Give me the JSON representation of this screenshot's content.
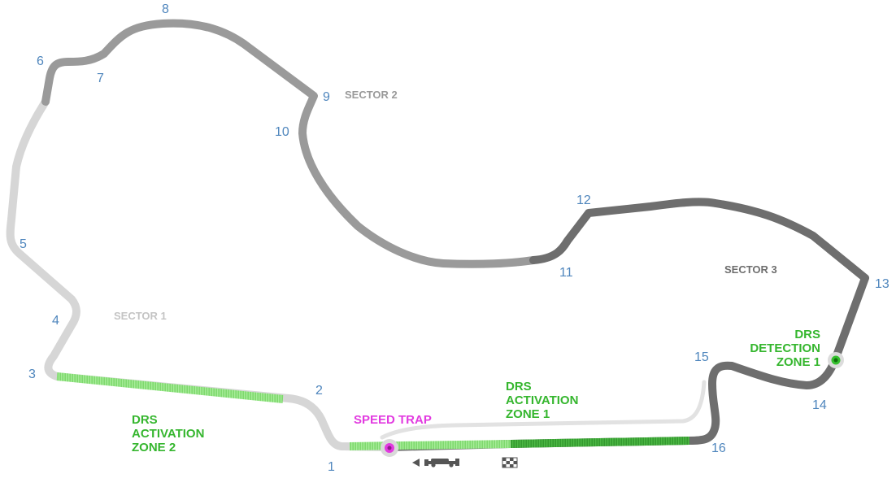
{
  "colors": {
    "sector1": "#d6d6d6",
    "sector2": "#9a9a9a",
    "sector3": "#6e6e6e",
    "sector1_label": "#c4c4c4",
    "sector2_label": "#9a9a9a",
    "sector3_label": "#6e6e6e",
    "drs_light": "#8ee27e",
    "drs_dark": "#3fa838",
    "drs_text": "#35b62e",
    "speed_trap": "#e23be0",
    "turn_number": "#4f86bd"
  },
  "turns": [
    {
      "id": "t1",
      "label": "1"
    },
    {
      "id": "t2",
      "label": "2"
    },
    {
      "id": "t3",
      "label": "3"
    },
    {
      "id": "t4",
      "label": "4"
    },
    {
      "id": "t5",
      "label": "5"
    },
    {
      "id": "t6",
      "label": "6"
    },
    {
      "id": "t7",
      "label": "7"
    },
    {
      "id": "t8",
      "label": "8"
    },
    {
      "id": "t9",
      "label": "9"
    },
    {
      "id": "t10",
      "label": "10"
    },
    {
      "id": "t11",
      "label": "11"
    },
    {
      "id": "t12",
      "label": "12"
    },
    {
      "id": "t13",
      "label": "13"
    },
    {
      "id": "t14",
      "label": "14"
    },
    {
      "id": "t15",
      "label": "15"
    },
    {
      "id": "t16",
      "label": "16"
    }
  ],
  "sectors": {
    "s1": "SECTOR 1",
    "s2": "SECTOR 2",
    "s3": "SECTOR 3"
  },
  "drs_zone2": [
    "DRS",
    "ACTIVATION",
    "ZONE 2"
  ],
  "drs_zone1": [
    "DRS",
    "ACTIVATION",
    "ZONE 1"
  ],
  "drs_detection": [
    "DRS",
    "DETECTION",
    "ZONE 1"
  ],
  "speed_trap": "SPEED TRAP",
  "icons": {
    "direction": "direction-arrow-icon",
    "car": "race-car-icon",
    "finish": "checkered-flag-icon"
  }
}
